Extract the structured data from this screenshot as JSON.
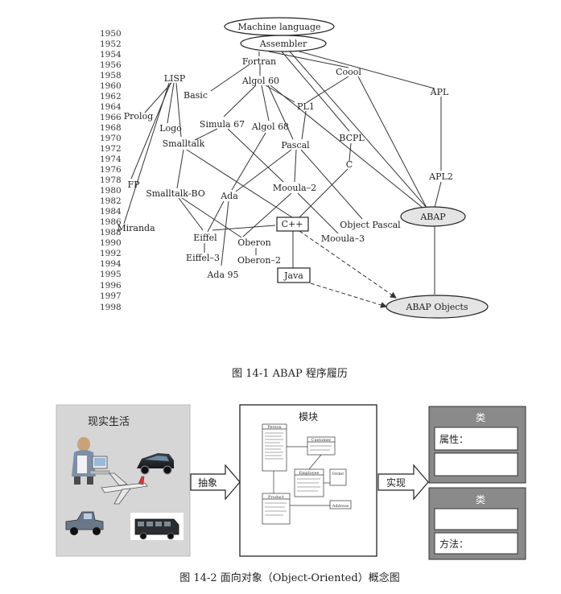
{
  "figure1": {
    "caption": "图 14-1   ABAP 程序履历",
    "years": [
      "1950",
      "1952",
      "1954",
      "1956",
      "1958",
      "1960",
      "1962",
      "1964",
      "1966",
      "1968",
      "1970",
      "1972",
      "1974",
      "1976",
      "1978",
      "1980",
      "1982",
      "1984",
      "1986",
      "1988",
      "1990",
      "1992",
      "1994",
      "1995",
      "1996",
      "1997",
      "1998"
    ],
    "nodes": {
      "machine": "Machine language",
      "assembler": "Assembler",
      "fortran": "Fortran",
      "lisp": "LISP",
      "basic": "Basic",
      "algol60": "Algol 60",
      "coool": "Coool",
      "apl": "APL",
      "pl1": "PL1",
      "prolog": "Prolog",
      "logo": "Logo",
      "simula67": "Simula 67",
      "algol68": "Algol 68",
      "bcpl": "BCPL",
      "smalltalk": "Smalltalk",
      "pascal": "Pascal",
      "c": "C",
      "apl2": "APL2",
      "fp": "FP",
      "smalltalkbo": "Smalltalk-BO",
      "ada": "Ada",
      "mooula2": "Mooula–2",
      "abap": "ABAP",
      "miranda": "Miranda",
      "cpp": "C++",
      "objectpascal": "Object Pascal",
      "eiffel": "Eiffel",
      "oberon": "Oberon",
      "mooula3": "Mooula–3",
      "eiffel3": "Eiffel–3",
      "oberon2": "Oberon–2",
      "ada95": "Ada 95",
      "java": "Java",
      "abapobjects": "ABAP Objects"
    }
  },
  "figure2": {
    "caption": "图 14-2   面向对象（Object-Oriented）概念图",
    "reality_label": "现实生活",
    "module_label": "模块",
    "abstract_label": "抽象",
    "realize_label": "实现",
    "class1": {
      "title": "类",
      "attr_label": "属性："
    },
    "class2": {
      "title": "类",
      "method_label": "方法："
    },
    "uml_labels": [
      "Person",
      "Customer",
      "Employee",
      "Order",
      "Product",
      "Address"
    ]
  }
}
